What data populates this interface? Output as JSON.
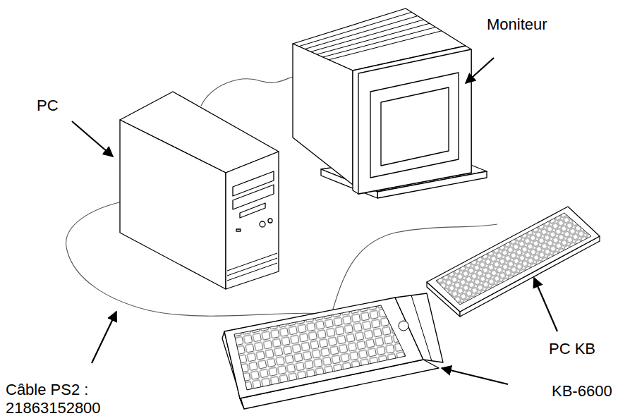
{
  "diagram": {
    "labels": [
      "PC",
      "Moniteur",
      "PC KB",
      "KB-6600",
      "Câble PS2 : 21863152800"
    ]
  }
}
